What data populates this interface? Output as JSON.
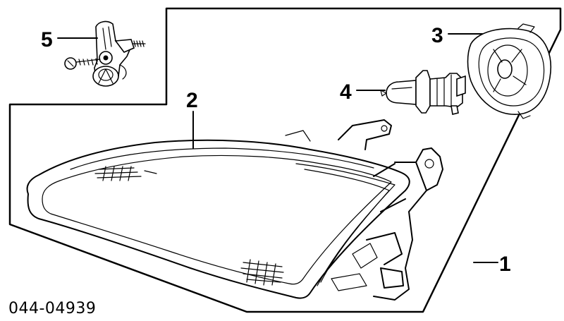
{
  "callouts": {
    "c1": "1",
    "c2": "2",
    "c3": "3",
    "c4": "4",
    "c5": "5"
  },
  "part_number": "044-04939",
  "colors": {
    "ink": "#000000",
    "paper": "#ffffff"
  }
}
